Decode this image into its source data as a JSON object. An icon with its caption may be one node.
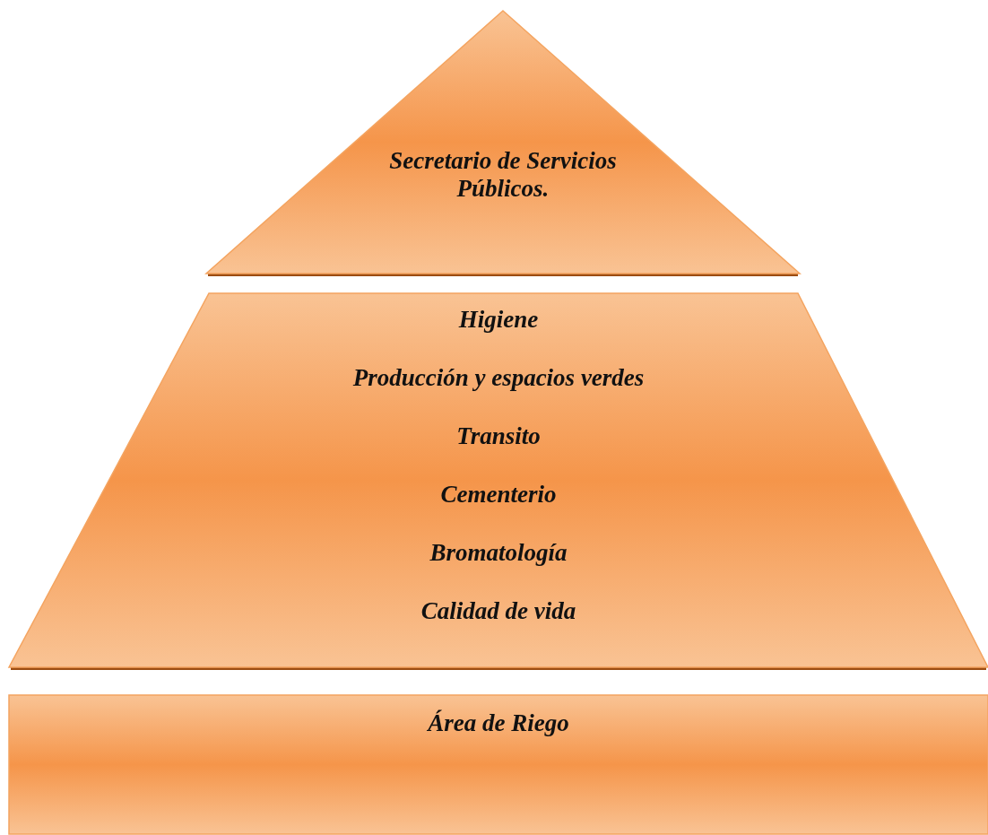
{
  "diagram": {
    "nodes": [
      {
        "text": [
          "Secretario de Servicios Públicos."
        ]
      },
      {
        "text": [
          "Higiene",
          "Producción y espacios verdes",
          "Transito",
          "Cementerio",
          "Bromatología",
          "Calidad de vida"
        ]
      },
      {
        "text": [
          "Área de Riego"
        ]
      }
    ]
  }
}
